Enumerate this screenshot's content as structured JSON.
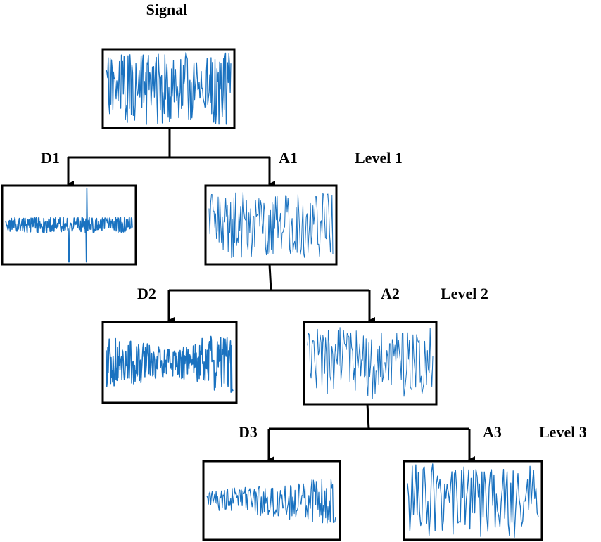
{
  "title": "Signal",
  "nodes": {
    "signal": "Signal",
    "d1": "D1",
    "a1": "A1",
    "d2": "D2",
    "a2": "A2",
    "d3": "D3",
    "a3": "A3"
  },
  "levels": [
    "Level 1",
    "Level 2",
    "Level 3"
  ],
  "colors": {
    "waveform": "#1a72c0",
    "line": "#000000"
  }
}
